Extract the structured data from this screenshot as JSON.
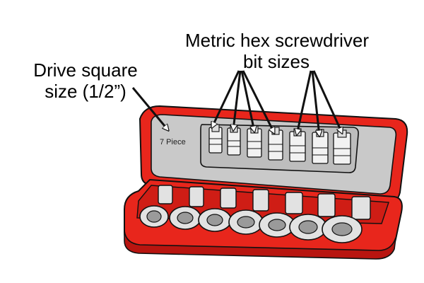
{
  "annotations": {
    "drive_square": {
      "line1": "Drive square",
      "line2": "size (1/2”)"
    },
    "metric_hex": {
      "line1": "Metric hex screwdriver",
      "line2": "bit sizes"
    }
  },
  "case": {
    "lid_text": "7 Piece",
    "socket_count": 7
  },
  "colors": {
    "case_red": "#e8261c",
    "case_red_dark": "#b81510",
    "lid_panel_grey": "#c9c9c9",
    "socket_silver": "#e2e2e2",
    "outline": "#111111"
  }
}
